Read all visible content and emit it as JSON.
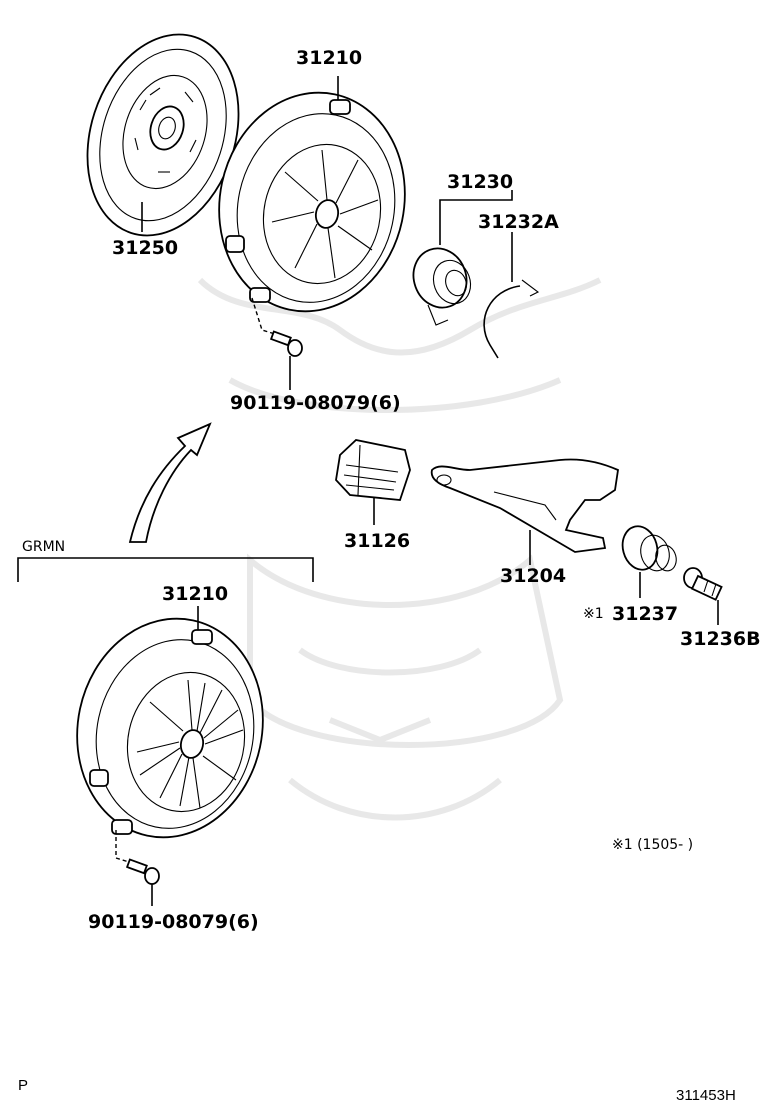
{
  "parts": {
    "clutch_disc": "31250",
    "clutch_cover_upper": "31210",
    "bolt_upper": "90119-08079(6)",
    "release_bearing": "31230",
    "clip": "31232A",
    "boot": "31126",
    "release_fork": "31204",
    "fork_support": "31237",
    "fork_support_mark": "※1",
    "pivot_stud": "31236B",
    "group_label": "GRMN",
    "clutch_cover_lower": "31210",
    "bolt_lower": "90119-08079(6)"
  },
  "notes": {
    "footnote": "※1 (1505-     )"
  },
  "footer": {
    "page_letter": "P",
    "illustration_id": "311453H"
  }
}
